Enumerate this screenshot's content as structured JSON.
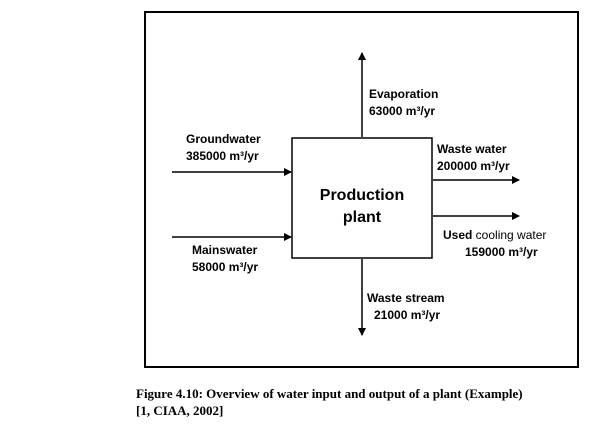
{
  "diagram": {
    "center": {
      "line1": "Production",
      "line2": "plant"
    },
    "inputs": [
      {
        "name": "Groundwater",
        "value": "385000 m³/yr"
      },
      {
        "name": "Mainswater",
        "value": "58000 m³/yr"
      }
    ],
    "outputs": [
      {
        "name": "Evaporation",
        "value": "63000 m³/yr"
      },
      {
        "name": "Waste water",
        "value": "200000 m³/yr"
      },
      {
        "name_bold": "Used",
        "name_rest": " cooling water",
        "value": "159000 m³/yr"
      },
      {
        "name": "Waste stream",
        "value": "21000 m³/yr"
      }
    ]
  },
  "caption": {
    "line1": "Figure 4.10: Overview of water input and output of a plant (Example)",
    "line2": "[1, CIAA, 2002]"
  }
}
